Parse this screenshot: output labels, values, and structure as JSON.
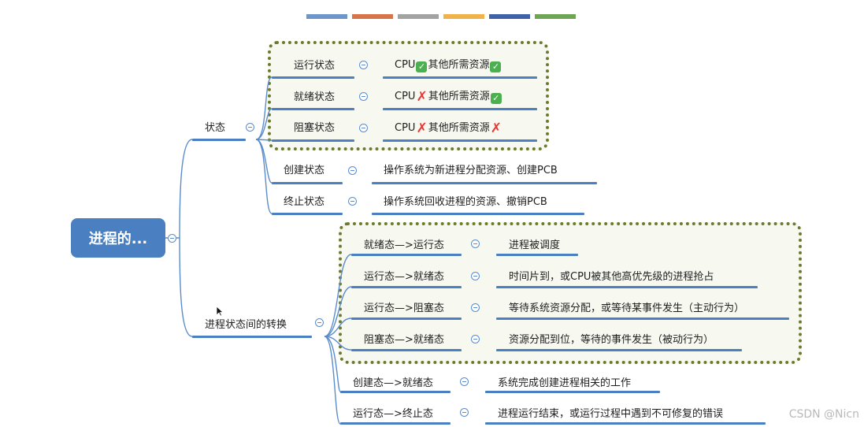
{
  "colors": {
    "line": "#5b8ccc",
    "underline": "#4a7fc1",
    "root_fill": "#4a7fc1",
    "group_border": "#6b7a2b",
    "check": "#4caf50",
    "cross": "#e53935"
  },
  "top_bars": [
    "#6f96c9",
    "#d9744a",
    "#a3a3a3",
    "#f0b34a",
    "#3f62a8",
    "#6ea554"
  ],
  "root": {
    "label": "进程的..."
  },
  "branch_state": {
    "label": "状态",
    "items": [
      {
        "name": "运行状态",
        "desc_parts": [
          "CPU",
          {
            "icon": "check"
          },
          "其他所需资源",
          {
            "icon": "check"
          }
        ]
      },
      {
        "name": "就绪状态",
        "desc_parts": [
          "CPU",
          {
            "icon": "cross"
          },
          "其他所需资源",
          {
            "icon": "check"
          }
        ]
      },
      {
        "name": "阻塞状态",
        "desc_parts": [
          "CPU",
          {
            "icon": "cross"
          },
          "其他所需资源",
          {
            "icon": "cross"
          }
        ]
      },
      {
        "name": "创建状态",
        "desc": "操作系统为新进程分配资源、创建PCB"
      },
      {
        "name": "终止状态",
        "desc": "操作系统回收进程的资源、撤销PCB"
      }
    ]
  },
  "branch_transition": {
    "label": "进程状态间的转换",
    "items": [
      {
        "name": "就绪态—>运行态",
        "desc": "进程被调度"
      },
      {
        "name": "运行态—>就绪态",
        "desc": "时间片到，或CPU被其他高优先级的进程抢占"
      },
      {
        "name": "运行态—>阻塞态",
        "desc": "等待系统资源分配，或等待某事件发生（主动行为）"
      },
      {
        "name": "阻塞态—>就绪态",
        "desc": "资源分配到位，等待的事件发生（被动行为）"
      },
      {
        "name": "创建态—>就绪态",
        "desc": "系统完成创建进程相关的工作"
      },
      {
        "name": "运行态—>终止态",
        "desc": "进程运行结束，或运行过程中遇到不可修复的错误"
      }
    ]
  },
  "watermark": "CSDN @Nicn"
}
